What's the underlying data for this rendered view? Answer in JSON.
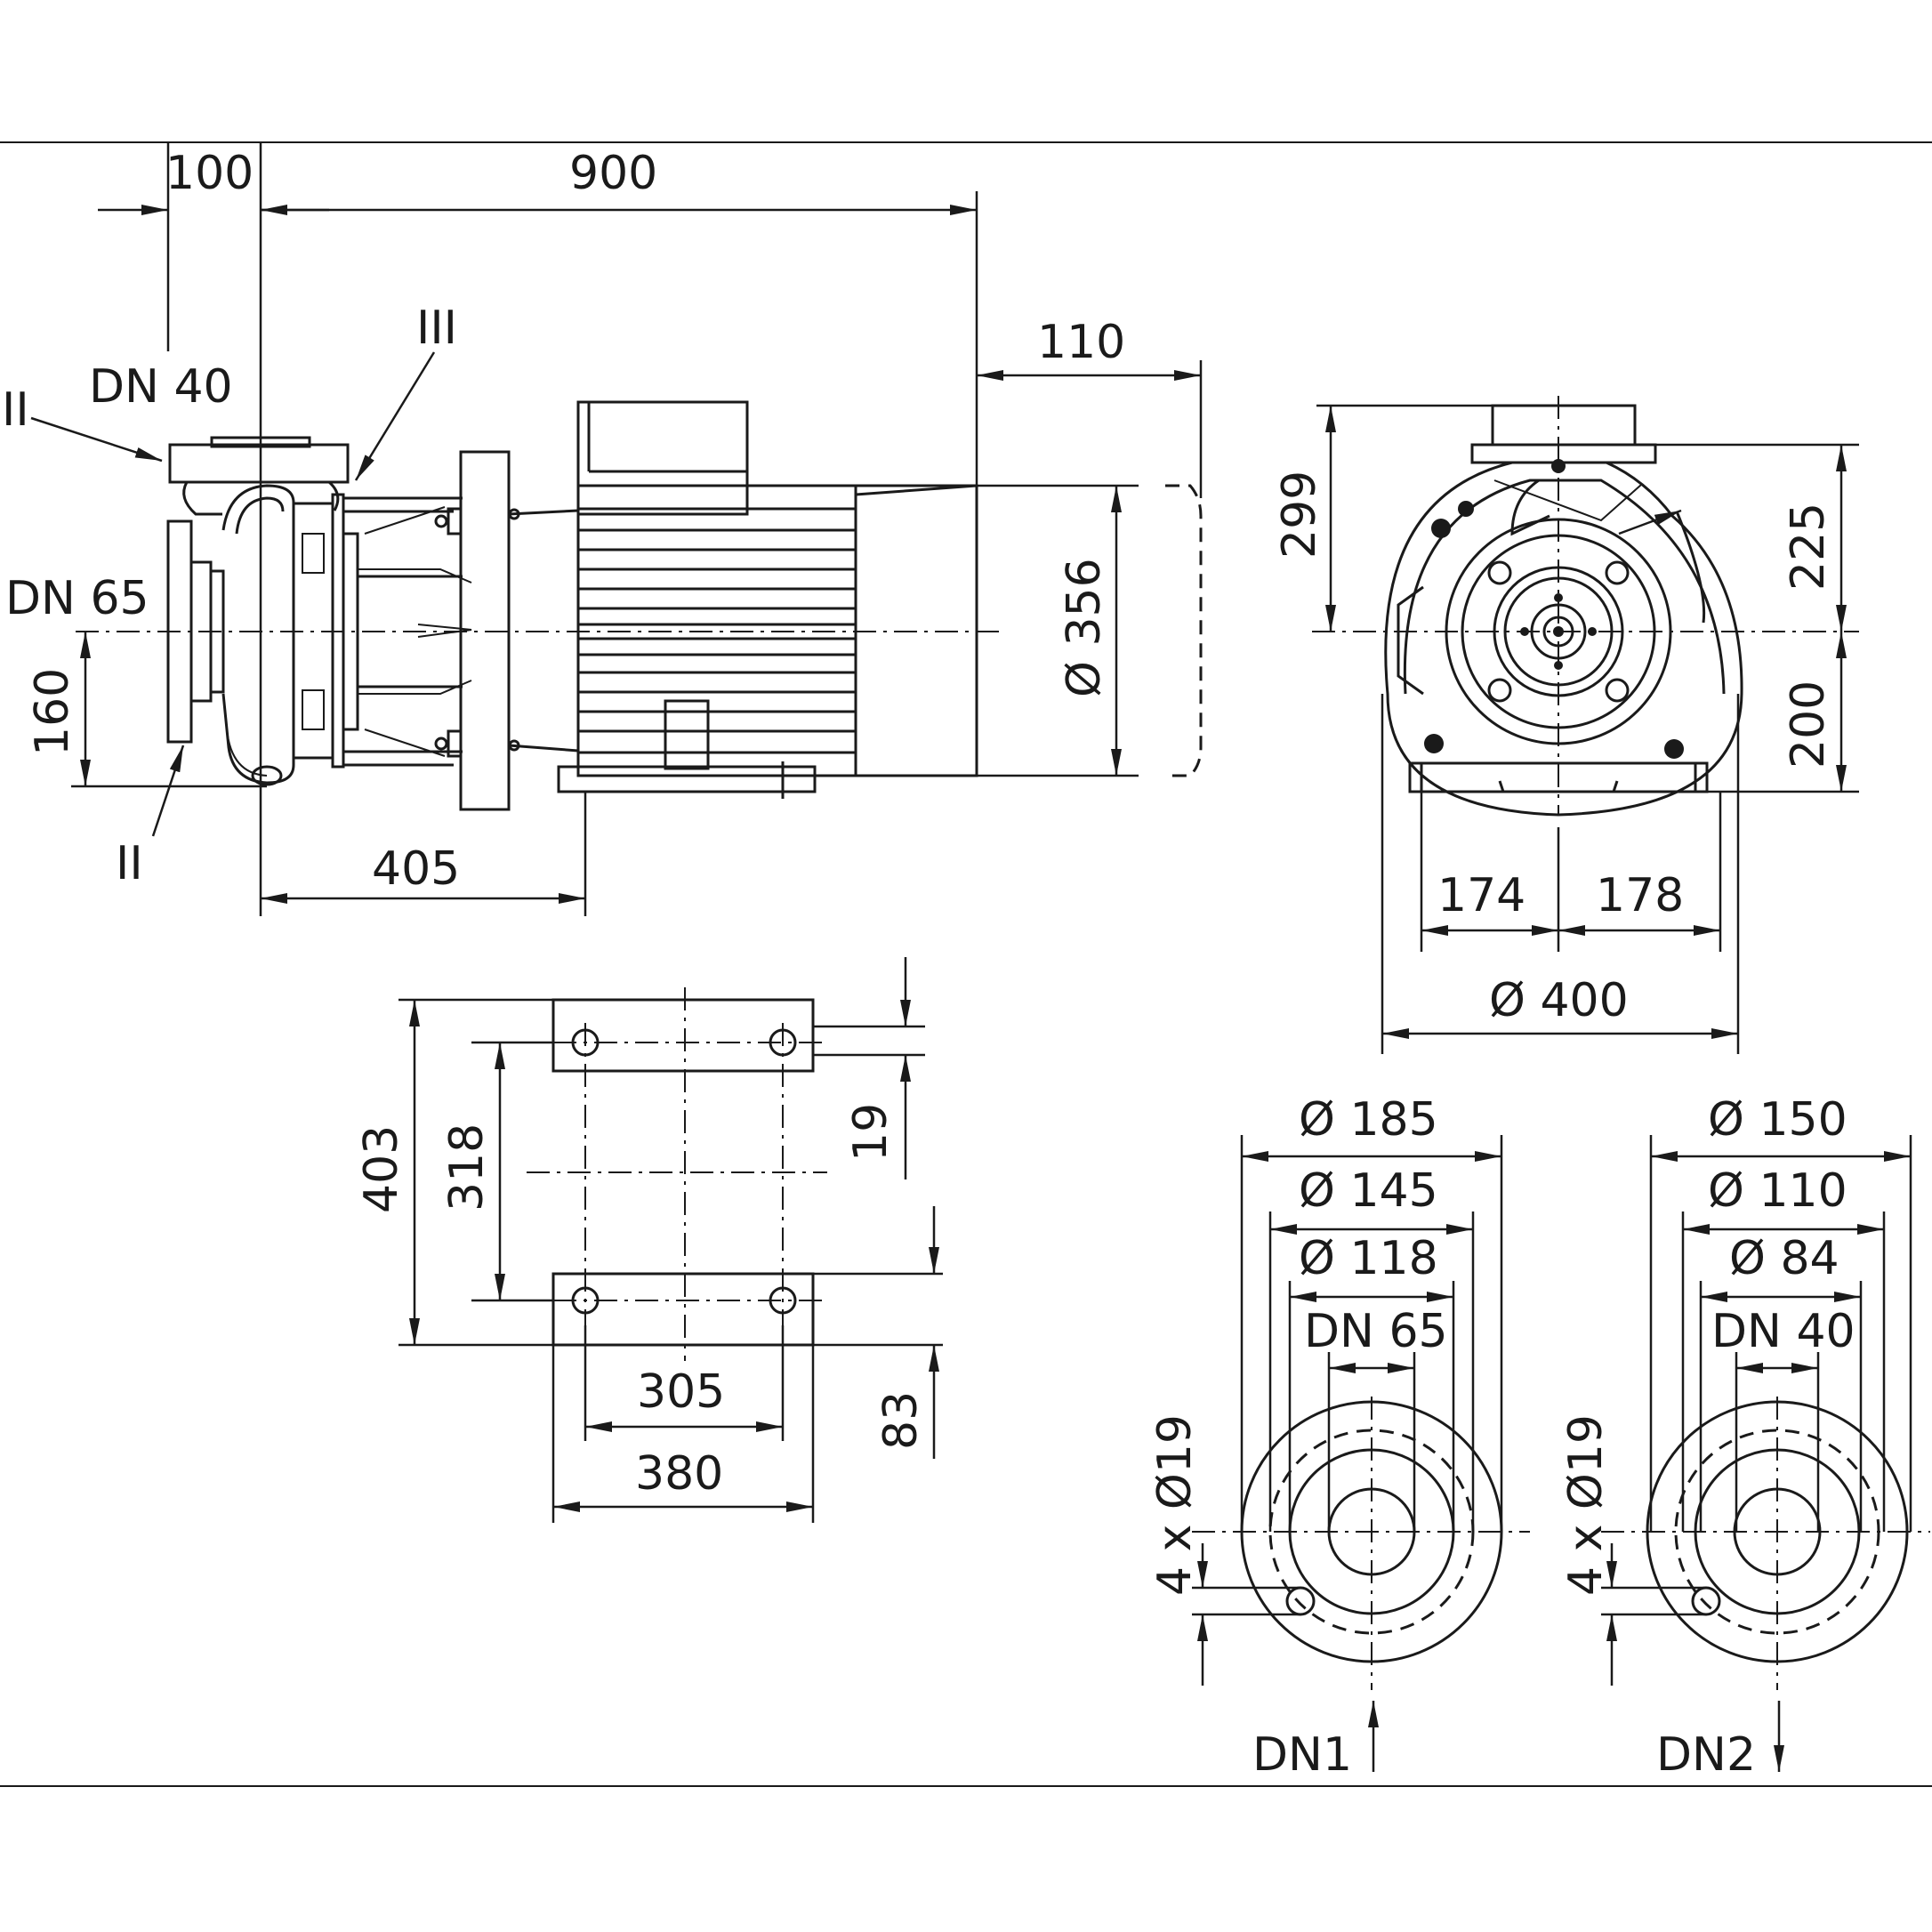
{
  "side_view": {
    "dim_100": "100",
    "dim_900": "900",
    "dim_110": "110",
    "dim_405": "405",
    "dim_160": "160",
    "dim_d356": "Ø 356",
    "label_dn40": "DN 40",
    "label_dn65": "DN 65",
    "view_ii_top": "II",
    "view_ii_bottom": "II",
    "view_iii": "III"
  },
  "front_view": {
    "dim_299": "299",
    "dim_225": "225",
    "dim_200": "200",
    "dim_174": "174",
    "dim_178": "178",
    "dim_d400": "Ø 400"
  },
  "base_plan": {
    "dim_403": "403",
    "dim_318": "318",
    "dim_19": "19",
    "dim_83": "83",
    "dim_305": "305",
    "dim_380": "380"
  },
  "flange_dn1": {
    "d_outer": "Ø 185",
    "d_bolt_circle": "Ø 145",
    "d_raised_face": "Ø 118",
    "nominal": "DN 65",
    "bolt_holes": "4 x Ø19",
    "label": "DN1"
  },
  "flange_dn2": {
    "d_outer": "Ø 150",
    "d_bolt_circle": "Ø 110",
    "d_raised_face": "Ø 84",
    "nominal": "DN 40",
    "bolt_holes": "4 x Ø19",
    "label": "DN2"
  }
}
